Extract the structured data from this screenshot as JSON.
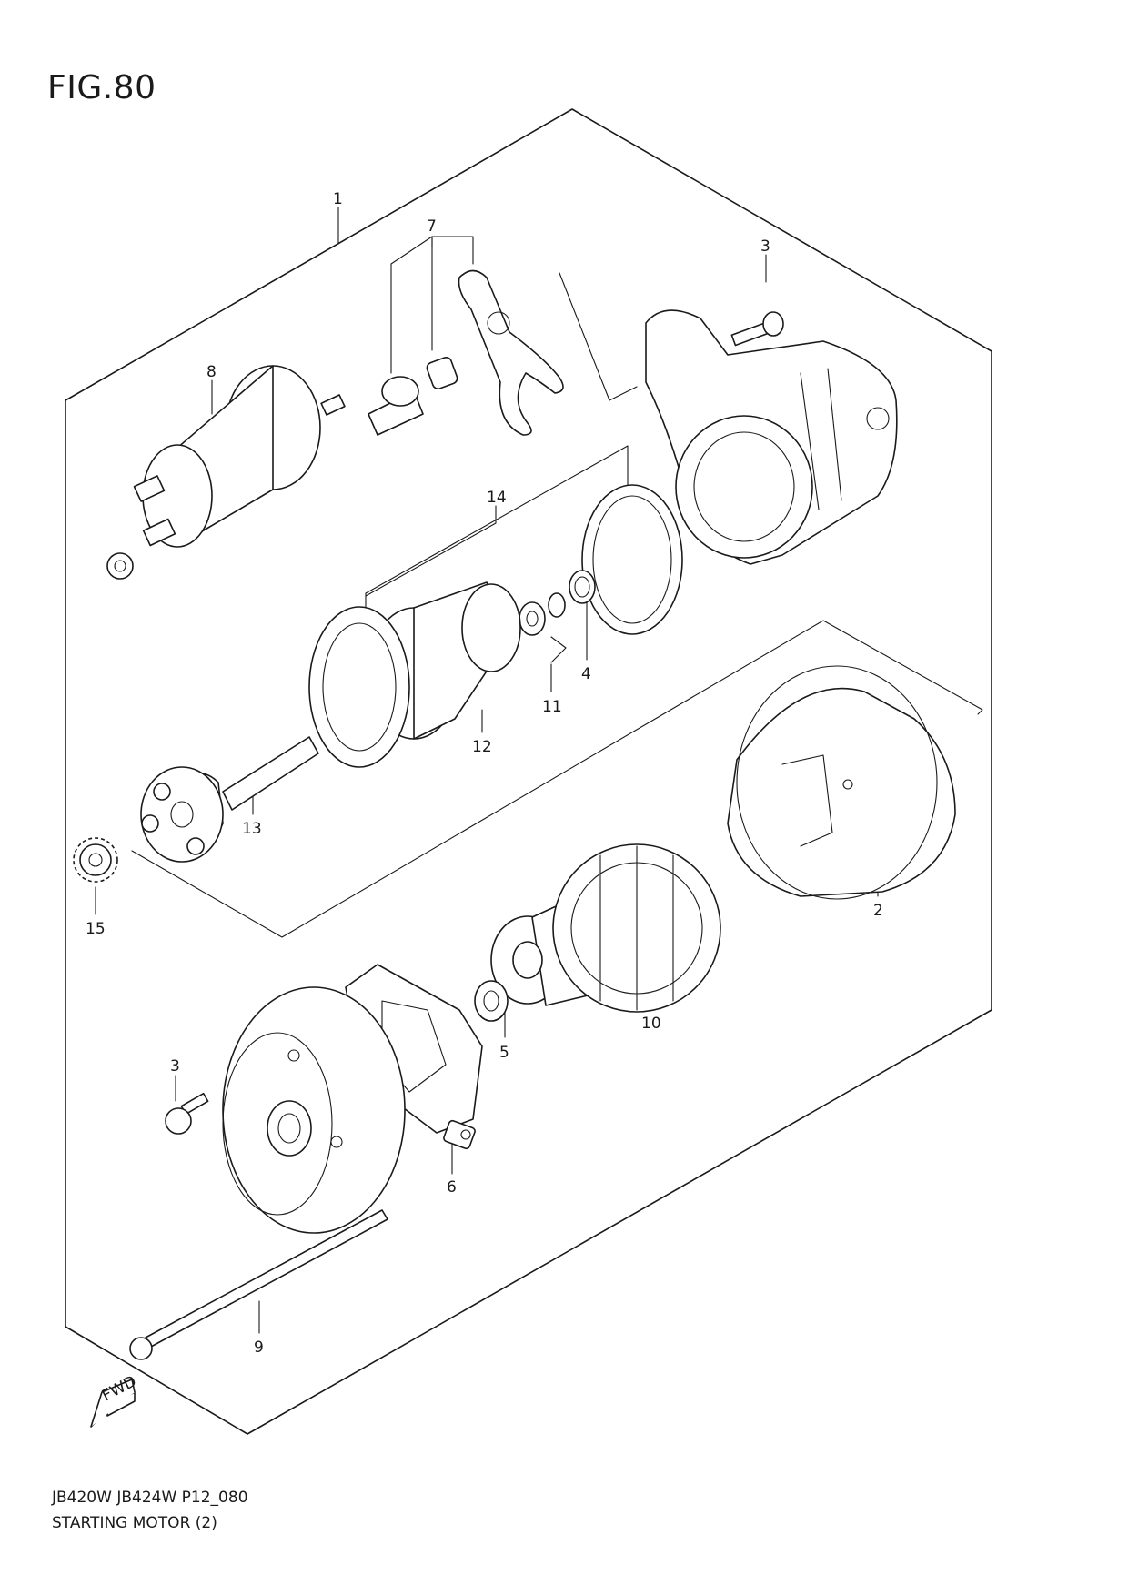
{
  "figure": {
    "title": "FIG.80"
  },
  "footer": {
    "model_code": "JB420W JB424W P12_080",
    "diagram_name": "STARTING MOTOR (2)"
  },
  "callouts": [
    "1",
    "7",
    "3",
    "8",
    "14",
    "4",
    "11",
    "12",
    "13",
    "2",
    "15",
    "10",
    "5",
    "3",
    "6",
    "9"
  ],
  "fwd_arrow": {
    "label": "FWD",
    "icon": "fwd-arrow-icon"
  }
}
